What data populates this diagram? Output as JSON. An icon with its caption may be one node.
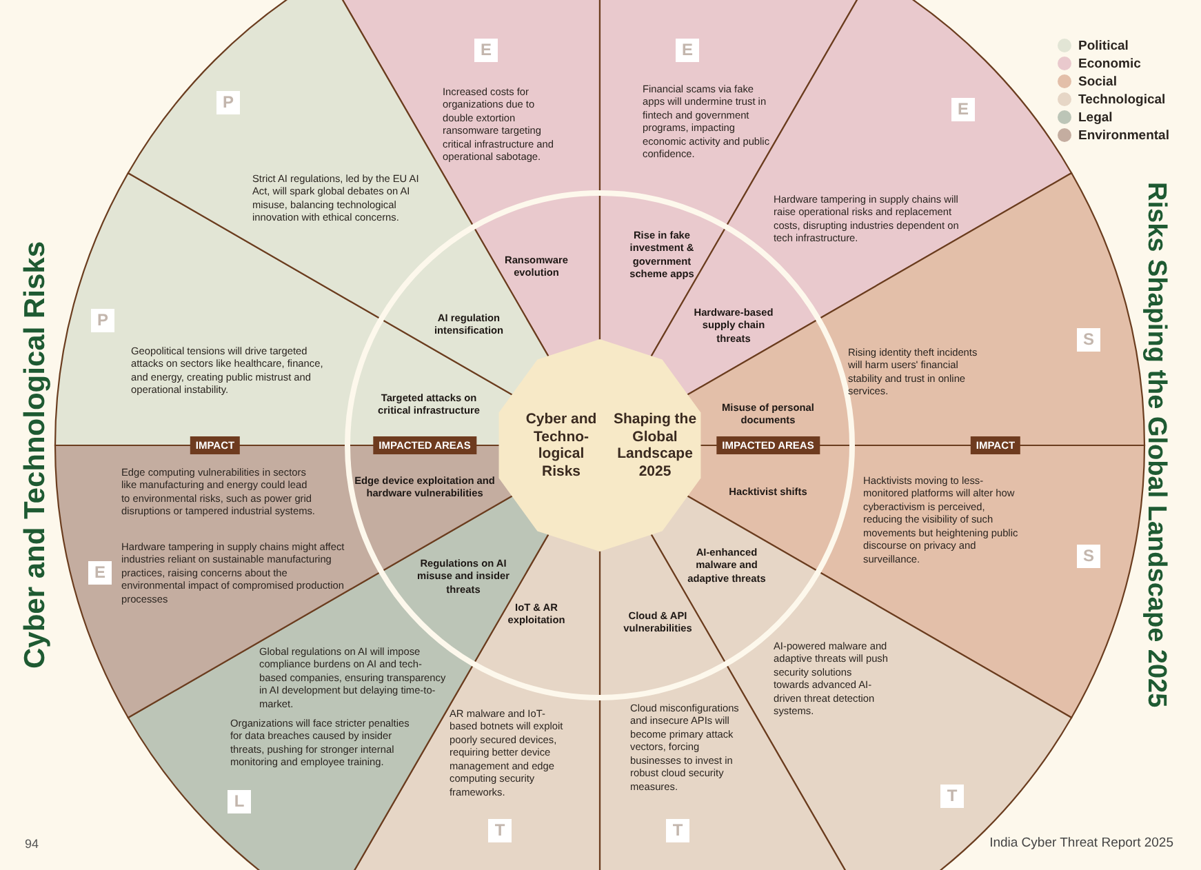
{
  "diagram": {
    "nodes": [
      {
        "text": [
          "Cyber and Techno- logical Risks",
          "Shaping the Global Landscape 2025"
        ]
      },
      {
        "text": [
          "Increased costs for organizations due to double extortion ransomware targeting critical infrastructure and operational sabotage.",
          "Ransomware evolution"
        ]
      },
      {
        "text": [
          "E"
        ],
        "in": 1
      },
      {
        "text": [
          "Financial scams via fake apps will undermine trust in fintech and government programs, impacting economic activity and public confidence.",
          "Rise in fake investment & government scheme apps"
        ]
      },
      {
        "text": [
          "E"
        ],
        "in": 3
      },
      {
        "text": [
          "Hardware tampering in supply chains will raise operational risks and replacement costs, disrupting industries dependent on tech infrastructure.",
          "Hardware-based supply chain threats"
        ]
      },
      {
        "text": [
          "E"
        ],
        "in": 5
      },
      {
        "text": [
          "Rising identity theft incidents will harm users' financial stability and trust in online services.",
          "Misuse of personal documents"
        ]
      },
      {
        "text": [
          "S"
        ],
        "in": 7
      },
      {
        "text": [
          "Hacktivist shifts",
          "Hacktivists moving to less-monitored platforms will alter how cyberactivism is perceived, reducing the visibility of such movements but heightening public discourse on privacy and surveillance."
        ]
      },
      {
        "text": [
          "S"
        ],
        "in": 9
      },
      {
        "text": [
          "AI-enhanced malware and adaptive threats",
          "AI-powered malware and adaptive threats will push security solutions towards advanced AI-driven threat detection systems."
        ]
      },
      {
        "text": [
          "T"
        ],
        "in": 11
      },
      {
        "text": [
          "Cloud & API vulnerabilities",
          "Cloud misconfigurations and insecure APIs will become primary attack vectors, forcing businesses to invest in robust cloud security measures."
        ]
      },
      {
        "text": [
          "T"
        ],
        "in": 13
      },
      {
        "text": [
          "IoT & AR exploitation",
          "AR malware and IoT-based botnets will exploit poorly secured devices, requiring better device management and edge computing security frameworks."
        ]
      },
      {
        "text": [
          "T"
        ],
        "in": 15
      },
      {
        "text": [
          "Regulations on AI misuse and insider threats",
          "Global regulations on AI will impose compliance burdens on AI and tech-based companies, ensuring transparency in AI development but delaying time-to-market.",
          "Organizations will face stricter penalties for data breaches caused by insider threats, pushing for stronger internal monitoring and employee training."
        ]
      },
      {
        "text": [
          "L"
        ],
        "in": 17
      },
      {
        "text": [
          "Edge computing vulnerabilities in sectors like manufacturing and energy could lead to environmental risks, such as power grid disruptions or tampered industrial systems.",
          "Hardware tampering in supply chains might affect industries reliant on sustainable manufacturing practices, raising concerns about the environmental impact of compromised production processes",
          "Edge device exploitation and hardware vulnerabilities"
        ]
      },
      {
        "text": [
          "E"
        ],
        "in": 19
      },
      {
        "text": [
          "Geopolitical tensions will drive targeted attacks on sectors like healthcare, finance, and energy, creating public mistrust and operational instability.",
          "Targeted attacks on critical infrastructure"
        ]
      },
      {
        "text": [
          "P"
        ],
        "in": 21
      },
      {
        "text": [
          "Strict AI regulations, led by the EU AI Act, will spark global debates on AI misuse, balancing technological innovation with ethical concerns.",
          "AI regulation intensification"
        ]
      },
      {
        "text": [
          "P"
        ],
        "in": 23
      },
      {
        "text": [
          "IMPACT"
        ]
      },
      {
        "text": [
          "IMPACTED AREAS"
        ]
      },
      {
        "text": [
          "IMPACTED AREAS"
        ]
      },
      {
        "text": [
          "IMPACT"
        ]
      }
    ],
    "labels": [
      "Cyber and Technological Risks",
      "Risks Shaping the Global Landscape 2025",
      "94",
      "India Cyber Threat Report 2025"
    ],
    "legend": [
      {
        "text": "Political",
        "color": "#e2e5d5"
      },
      {
        "text": "Economic",
        "color": "#e9c9cd"
      },
      {
        "text": "Social",
        "color": "#e3bfa9"
      },
      {
        "text": "Technological",
        "color": "#e6d6c6"
      },
      {
        "text": "Legal",
        "color": "#bcc5b7"
      },
      {
        "text": "Environmental",
        "color": "#c4ada0"
      }
    ]
  }
}
